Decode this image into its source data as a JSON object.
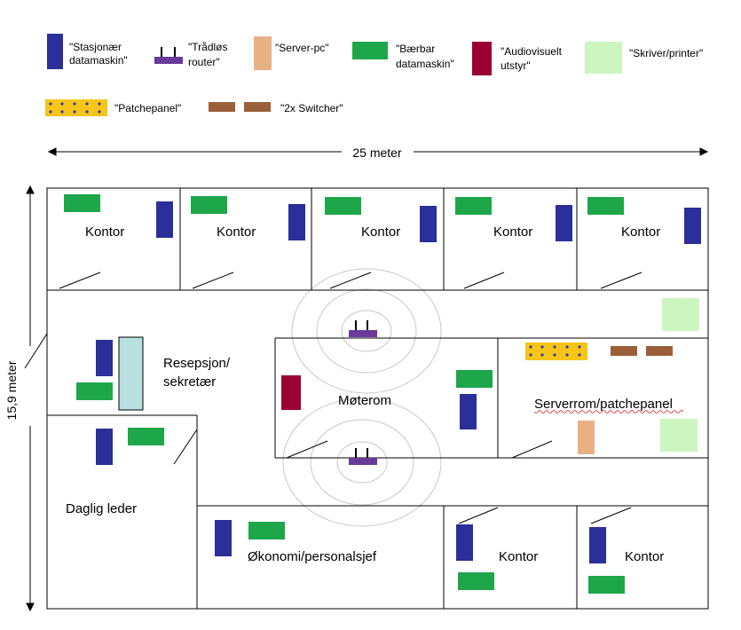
{
  "legend": {
    "row1": [
      {
        "id": "stasjonaer",
        "label_lines": [
          "\"Stasjonær",
          "datamaskin\""
        ],
        "color": "#2b2f99"
      },
      {
        "id": "router",
        "label_lines": [
          "\"Trådløs",
          "router\""
        ],
        "color": "#6a3a9a"
      },
      {
        "id": "server",
        "label_lines": [
          "\"Server-pc\""
        ],
        "color": "#e8b184"
      },
      {
        "id": "baerbar",
        "label_lines": [
          "\"Bærbar",
          "datamaskin\""
        ],
        "color": "#1ea64a"
      },
      {
        "id": "audio",
        "label_lines": [
          "\"Audiovisuelt",
          "utstyr\""
        ],
        "color": "#9b0033"
      },
      {
        "id": "skriver",
        "label_lines": [
          "\"Skriver/printer\""
        ],
        "color": "#ccf5c0"
      }
    ],
    "row2": [
      {
        "id": "patchepanel",
        "label_lines": [
          "\"Patchepanel\""
        ],
        "color": "#f5c518"
      },
      {
        "id": "switcher",
        "label_lines": [
          "\"2x Switcher\""
        ],
        "color": "#9a5f3a"
      }
    ]
  },
  "dimensions": {
    "width_label": "25 meter",
    "height_label": "15,9 meter"
  },
  "rooms": {
    "kontor_top_1": "Kontor",
    "kontor_top_2": "Kontor",
    "kontor_top_3": "Kontor",
    "kontor_top_4": "Kontor",
    "kontor_top_5": "Kontor",
    "resepsjon_line1": "Resepsjon/",
    "resepsjon_line2": "sekretær",
    "moterom": "Møterom",
    "serverrom": "Serverrom/patchepanel",
    "daglig_leder": "Daglig leder",
    "okonomi": "Økonomi/personalsjef",
    "kontor_bottom_1": "Kontor",
    "kontor_bottom_2": "Kontor"
  },
  "colors": {
    "wall": "#000000",
    "desktop": "#2b2f99",
    "laptop": "#1ea64a",
    "router": "#6a3a9a",
    "server": "#e8b184",
    "audio": "#9b0033",
    "printer": "#ccf5c0",
    "patch": "#f5c518",
    "switch": "#9a5f3a",
    "reception_desk": "#b8e0e0",
    "wifi_ring": "#c8c8c8"
  }
}
